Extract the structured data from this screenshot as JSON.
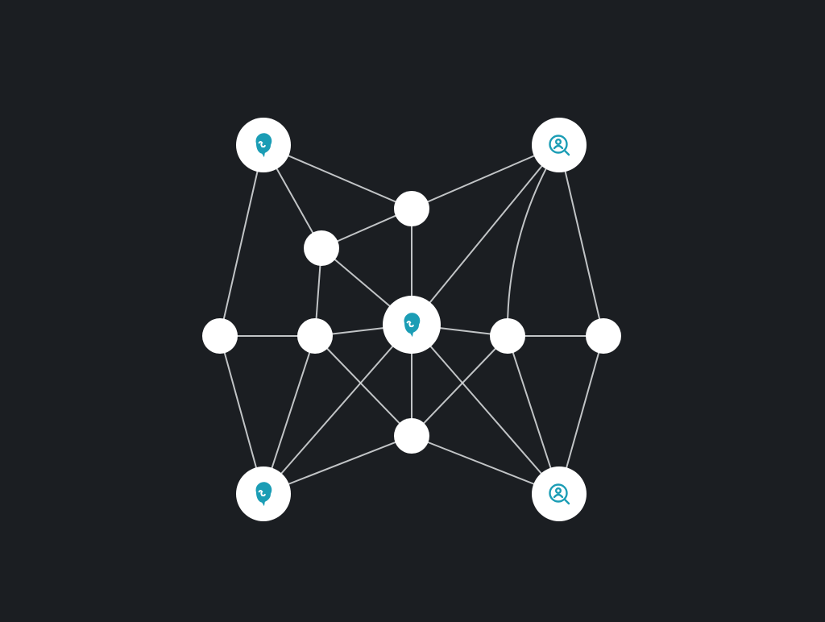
{
  "diagram": {
    "background": "#1b1e22",
    "node_color": "#ffffff",
    "edge_color": "#d4d6d8",
    "accent_color": "#1b9db5",
    "nodes": [
      {
        "id": "n-top-left",
        "icon": "chat-bubble-icon"
      },
      {
        "id": "n-top-right",
        "icon": "user-search-icon"
      },
      {
        "id": "n-top-center",
        "icon": null
      },
      {
        "id": "n-upper-left-inner",
        "icon": null
      },
      {
        "id": "n-center",
        "icon": "chat-bubble-icon"
      },
      {
        "id": "n-mid-left-outer",
        "icon": null
      },
      {
        "id": "n-mid-left-inner",
        "icon": null
      },
      {
        "id": "n-mid-right-inner",
        "icon": null
      },
      {
        "id": "n-mid-right-outer",
        "icon": null
      },
      {
        "id": "n-bottom-center",
        "icon": null
      },
      {
        "id": "n-bottom-left",
        "icon": "chat-bubble-icon"
      },
      {
        "id": "n-bottom-right",
        "icon": "user-search-icon"
      }
    ],
    "edges": [
      [
        "n-top-left",
        "n-top-center"
      ],
      [
        "n-top-left",
        "n-upper-left-inner"
      ],
      [
        "n-top-left",
        "n-mid-left-outer"
      ],
      [
        "n-top-right",
        "n-top-center"
      ],
      [
        "n-top-right",
        "n-center"
      ],
      [
        "n-top-right",
        "n-mid-right-inner"
      ],
      [
        "n-top-right",
        "n-mid-right-outer"
      ],
      [
        "n-top-center",
        "n-upper-left-inner"
      ],
      [
        "n-top-center",
        "n-center"
      ],
      [
        "n-upper-left-inner",
        "n-center"
      ],
      [
        "n-upper-left-inner",
        "n-mid-left-inner"
      ],
      [
        "n-mid-left-outer",
        "n-mid-left-inner"
      ],
      [
        "n-mid-left-outer",
        "n-bottom-left"
      ],
      [
        "n-mid-left-inner",
        "n-center"
      ],
      [
        "n-mid-left-inner",
        "n-bottom-left"
      ],
      [
        "n-mid-left-inner",
        "n-bottom-center"
      ],
      [
        "n-center",
        "n-mid-right-inner"
      ],
      [
        "n-center",
        "n-bottom-center"
      ],
      [
        "n-center",
        "n-bottom-left"
      ],
      [
        "n-center",
        "n-bottom-right"
      ],
      [
        "n-mid-right-inner",
        "n-mid-right-outer"
      ],
      [
        "n-mid-right-inner",
        "n-bottom-center"
      ],
      [
        "n-mid-right-inner",
        "n-bottom-right"
      ],
      [
        "n-mid-right-outer",
        "n-bottom-right"
      ],
      [
        "n-bottom-center",
        "n-bottom-left"
      ],
      [
        "n-bottom-center",
        "n-bottom-right"
      ]
    ]
  }
}
